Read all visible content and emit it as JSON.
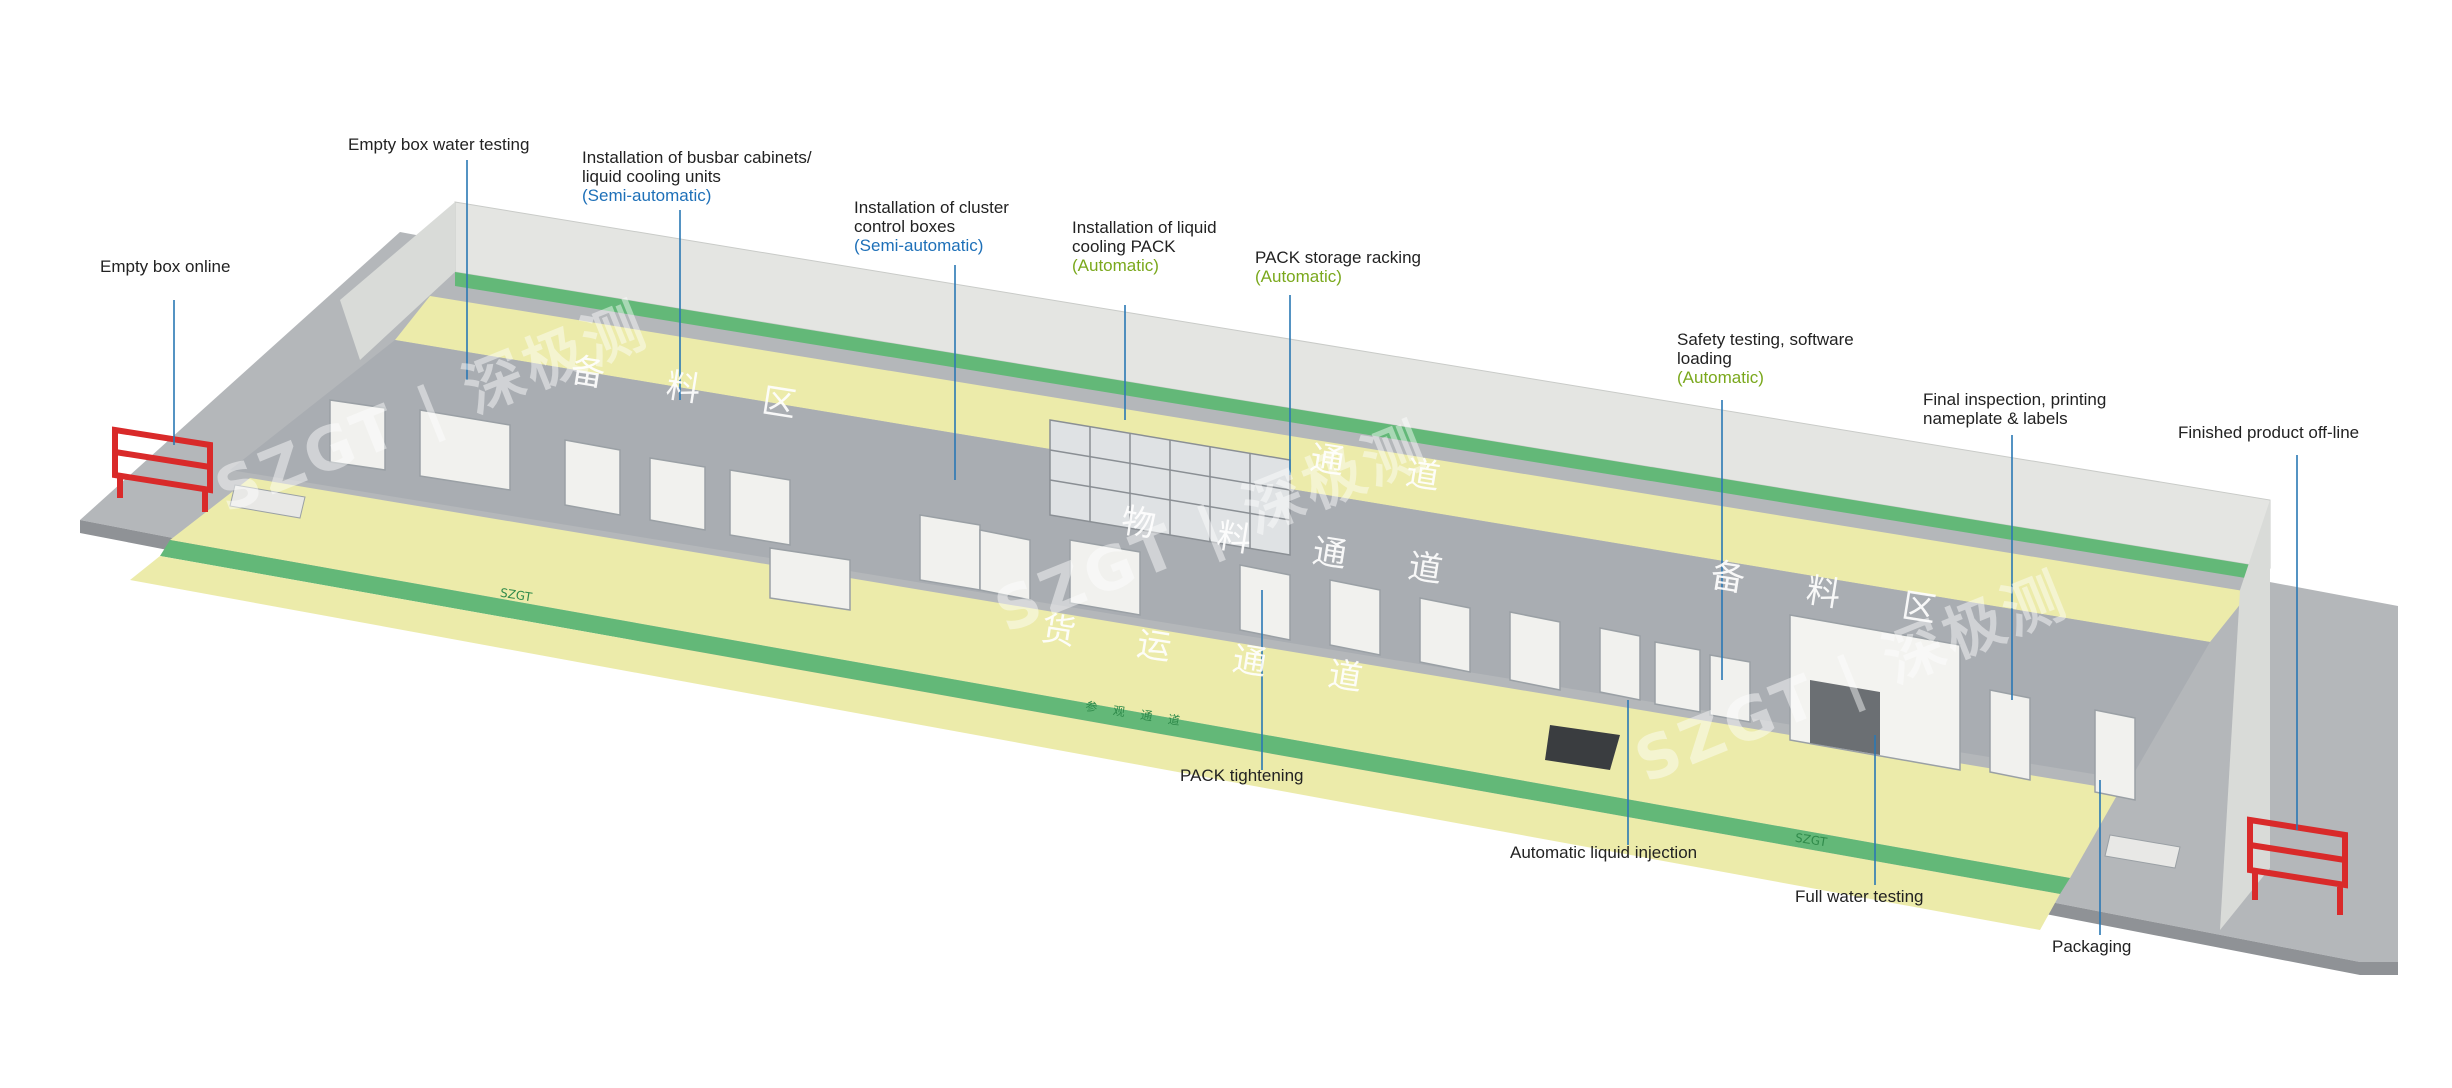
{
  "labels": {
    "empty_box_online": "Empty box online",
    "empty_box_water_testing": "Empty box water testing",
    "busbar_line1": "Installation of busbar cabinets/",
    "busbar_line2": "liquid cooling units",
    "busbar_mode": "(Semi-automatic)",
    "cluster_line1": "Installation of cluster",
    "cluster_line2": "control boxes",
    "cluster_mode": "(Semi-automatic)",
    "liquid_line1": "Installation of liquid",
    "liquid_line2": "cooling PACK",
    "liquid_mode": "(Automatic)",
    "storage_line1": "PACK storage racking",
    "storage_mode": "(Automatic)",
    "safety_line1": "Safety testing, software",
    "safety_line2": "loading",
    "safety_mode": "(Automatic)",
    "final_line1": "Final inspection, printing",
    "final_line2": "nameplate & labels",
    "finished_off_line": "Finished product off-line",
    "pack_tightening": "PACK tightening",
    "auto_liquid_injection": "Automatic liquid injection",
    "full_water_testing": "Full water testing",
    "packaging": "Packaging"
  },
  "floor_text": {
    "prep_zone_1": "备 料 区",
    "prep_zone_2": "备 料 区",
    "material_channel_a": "物 料 通 道",
    "material_channel_b": "通 道",
    "cargo_channel": "货 运 通 道",
    "visit_channel": "参 观 通 道",
    "floor_tag_1": "SZGT",
    "floor_tag_2": "SZGT"
  },
  "watermark": "SZGT | 深极测",
  "colors": {
    "floor_gray": "#a9adb2",
    "yellow_lane": "#ecebaa",
    "green_strip": "#63b878",
    "wall": "#e6e7e4",
    "machine": "#f1f1ee",
    "cart_red": "#d92a2a",
    "leader_line": "#2a78b4",
    "auto_text": "#7aa81c",
    "semi_text": "#1e70b8"
  }
}
